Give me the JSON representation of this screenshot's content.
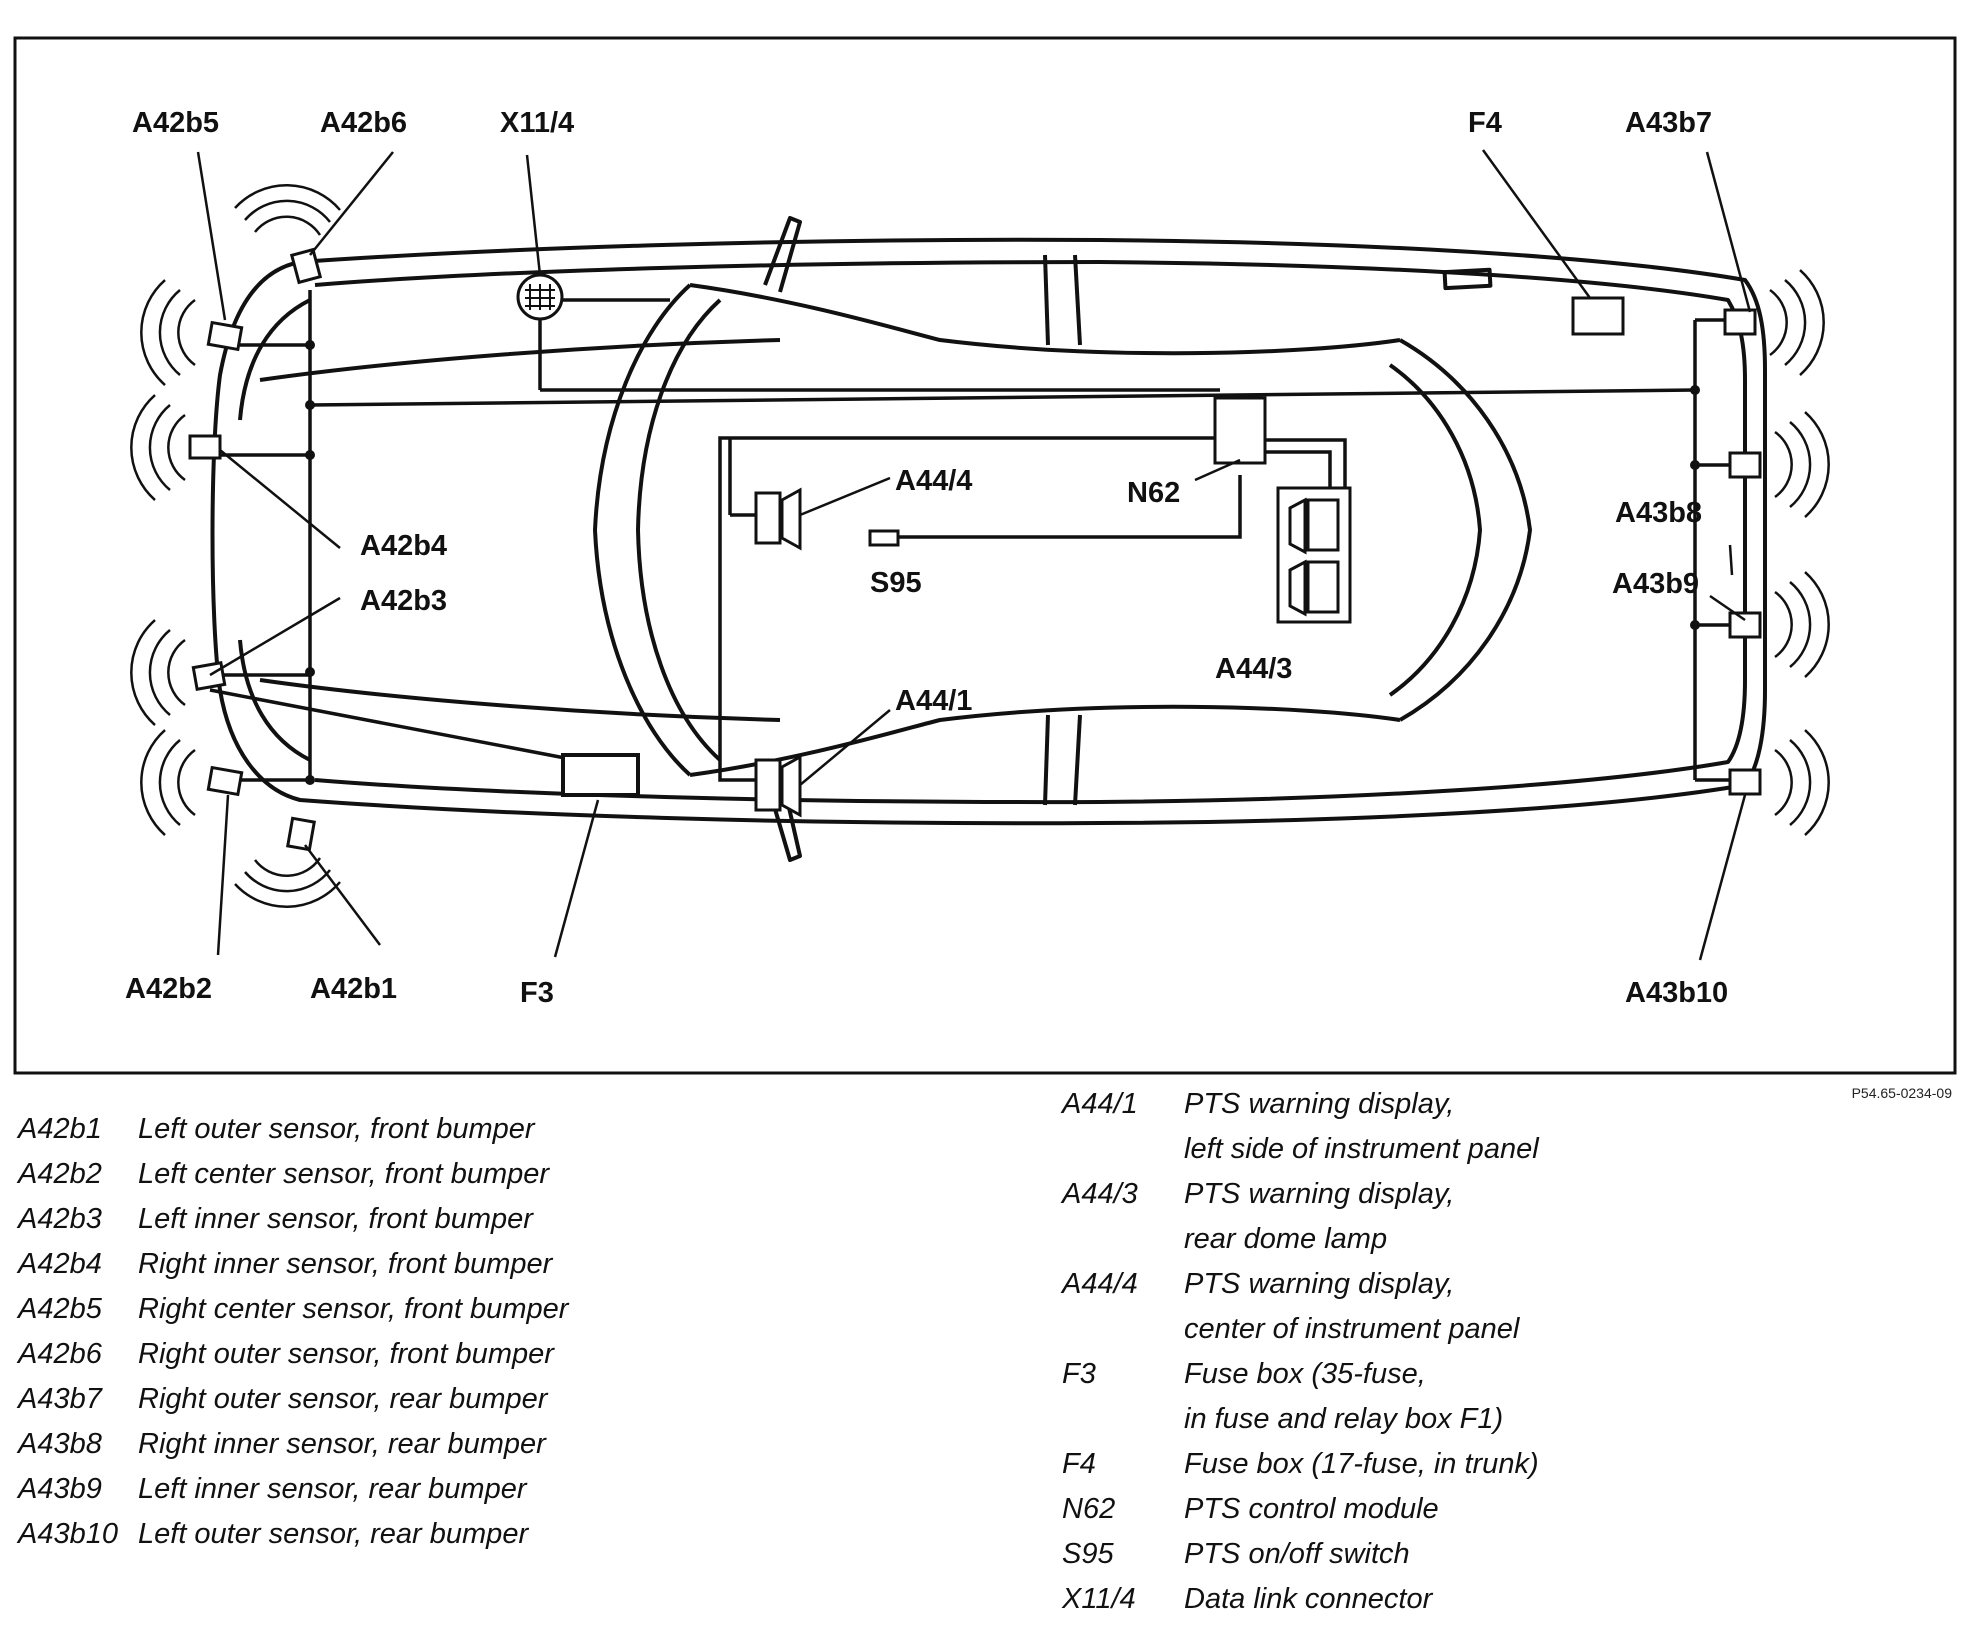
{
  "diagram": {
    "callouts": {
      "A42b5": "A42b5",
      "A42b6": "A42b6",
      "X11_4": "X11/4",
      "F4": "F4",
      "A43b7": "A43b7",
      "A44_4": "A44/4",
      "N62": "N62",
      "A42b4": "A42b4",
      "A42b3": "A42b3",
      "S95": "S95",
      "A43b8": "A43b8",
      "A43b9": "A43b9",
      "A44_3": "A44/3",
      "A44_1": "A44/1",
      "A42b2": "A42b2",
      "A42b1": "A42b1",
      "F3": "F3",
      "A43b10": "A43b10"
    },
    "reference": "P54.65-0234-09"
  },
  "legend_left": [
    {
      "code": "A42b1",
      "desc": "Left outer sensor, front bumper"
    },
    {
      "code": "A42b2",
      "desc": "Left center sensor, front bumper"
    },
    {
      "code": "A42b3",
      "desc": "Left inner sensor, front bumper"
    },
    {
      "code": "A42b4",
      "desc": "Right inner sensor, front bumper"
    },
    {
      "code": "A42b5",
      "desc": "Right center sensor, front bumper"
    },
    {
      "code": "A42b6",
      "desc": "Right outer sensor, front bumper"
    },
    {
      "code": "A43b7",
      "desc": "Right outer sensor, rear bumper"
    },
    {
      "code": "A43b8",
      "desc": "Right inner sensor, rear bumper"
    },
    {
      "code": "A43b9",
      "desc": "Left inner sensor, rear bumper"
    },
    {
      "code": "A43b10",
      "desc": "Left outer sensor, rear bumper"
    }
  ],
  "legend_right": [
    {
      "code": "A44/1",
      "desc": "PTS warning display,"
    },
    {
      "code": "",
      "desc": "left side of instrument panel"
    },
    {
      "code": "A44/3",
      "desc": "PTS warning display,"
    },
    {
      "code": "",
      "desc": "rear dome lamp"
    },
    {
      "code": "A44/4",
      "desc": "PTS warning display,"
    },
    {
      "code": "",
      "desc": "center of instrument panel"
    },
    {
      "code": "F3",
      "desc": "Fuse box (35-fuse,"
    },
    {
      "code": "",
      "desc": "in fuse and relay box F1)"
    },
    {
      "code": "F4",
      "desc": "Fuse box (17-fuse, in trunk)"
    },
    {
      "code": "N62",
      "desc": "PTS control module"
    },
    {
      "code": "S95",
      "desc": "PTS on/off switch"
    },
    {
      "code": "X11/4",
      "desc": "Data link connector"
    }
  ]
}
